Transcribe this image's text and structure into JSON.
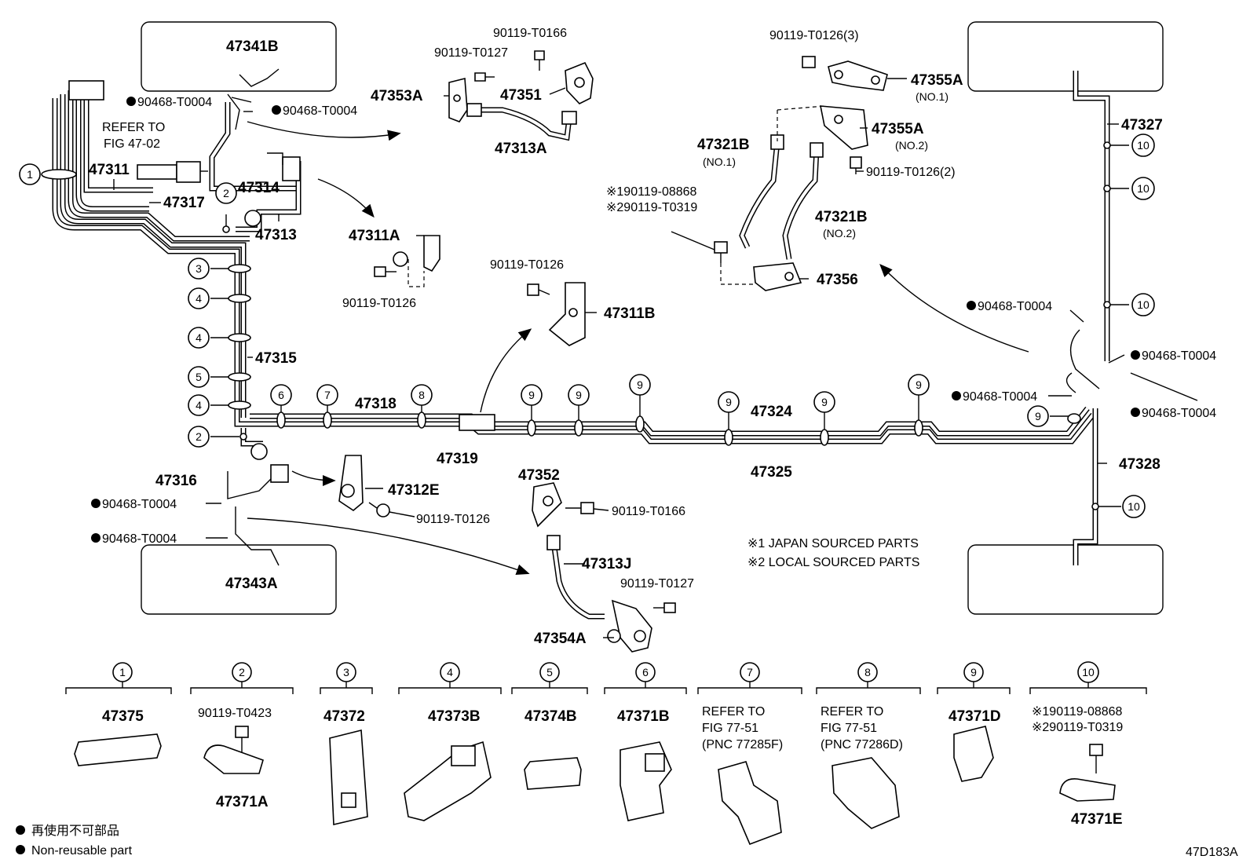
{
  "labels": {
    "p47341B": "47341B",
    "p47311": "47311",
    "p47317": "47317",
    "p47314": "47314",
    "p47313": "47313",
    "p47315": "47315",
    "p47318": "47318",
    "p47319": "47319",
    "p47316": "47316",
    "p47343A": "47343A",
    "p47312E": "47312E",
    "p47353A": "47353A",
    "p47351": "47351",
    "p47313A": "47313A",
    "p47311A": "47311A",
    "p47311B": "47311B",
    "p47352": "47352",
    "p47313J": "47313J",
    "p47354A": "47354A",
    "p47324": "47324",
    "p47325": "47325",
    "p47355A": "47355A",
    "p47355A_no": "(NO.1)",
    "p47355A2": "47355A",
    "p47355A2_no": "(NO.2)",
    "p47321B": "47321B",
    "p47321B_no": "(NO.1)",
    "p47321B2": "47321B",
    "p47321B2_no": "(NO.2)",
    "p47356": "47356",
    "p47327": "47327",
    "p47328": "47328",
    "b0166a": "90119-T0166",
    "b0127a": "90119-T0127",
    "b0126a": "90119-T0126",
    "b0126b": "90119-T0126",
    "b0126c": "90119-T0126",
    "b0166b": "90119-T0166",
    "b0127b": "90119-T0127",
    "b0126_3": "90119-T0126(3)",
    "b0126_2": "90119-T0126(2)",
    "j08868": "※190119-08868",
    "j0319": "※290119-T0319",
    "c1": "90468-T0004",
    "c2": "90468-T0004",
    "c3": "90468-T0004",
    "c4": "90468-T0004",
    "c5": "90468-T0004",
    "c6": "90468-T0004",
    "c7": "90468-T0004",
    "c8": "90468-T0004",
    "ref1": "REFER TO",
    "ref2": "FIG 47-02",
    "note1": "※1 JAPAN SOURCED PARTS",
    "note2": "※2 LOCAL SOURCED PARTS",
    "legend_jp": "再使用不可部品",
    "legend_en": "Non-reusable part",
    "figcode": "47D183A"
  },
  "callouts": [
    "1",
    "2",
    "3",
    "4",
    "5",
    "6",
    "7",
    "8",
    "9",
    "10"
  ],
  "bottom_parts": [
    {
      "num": "1",
      "name": "47375"
    },
    {
      "num": "2",
      "top": "90119-T0423",
      "name": "47371A"
    },
    {
      "num": "3",
      "name": "47372"
    },
    {
      "num": "4",
      "name": "47373B"
    },
    {
      "num": "5",
      "name": "47374B"
    },
    {
      "num": "6",
      "name": "47371B"
    },
    {
      "num": "7",
      "ref": [
        "REFER TO",
        "FIG 77-51",
        "(PNC 77285F)"
      ]
    },
    {
      "num": "8",
      "ref": [
        "REFER TO",
        "FIG 77-51",
        "(PNC 77286D)"
      ]
    },
    {
      "num": "9",
      "name": "47371D"
    },
    {
      "num": "10",
      "top1": "※190119-08868",
      "top2": "※290119-T0319",
      "name": "47371E"
    }
  ]
}
